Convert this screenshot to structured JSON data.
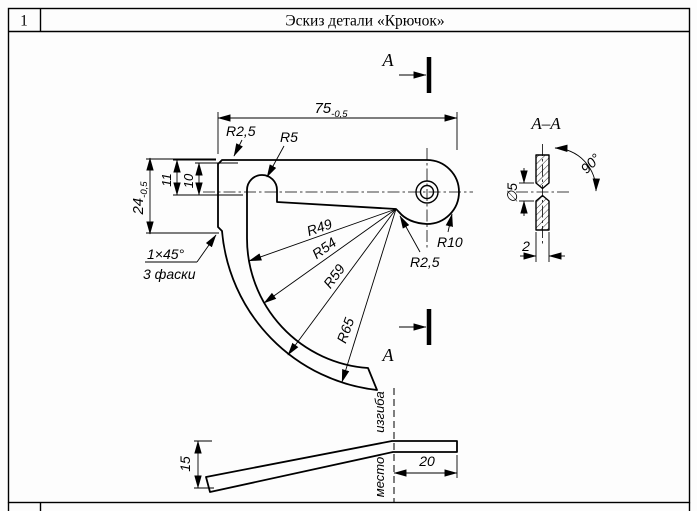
{
  "header": {
    "row_number": "1",
    "title": "Эскиз детали «Крючок»"
  },
  "main_view": {
    "dim_length": {
      "value": "75",
      "tolerance": "-0,5"
    },
    "dim_height": {
      "value": "24",
      "tolerance": "-0,5"
    },
    "dim_11": "11",
    "dim_10": "10",
    "radius_top_left": "R2,5",
    "radius_slot": "R5",
    "radius_49": "R49",
    "radius_54": "R54",
    "radius_59": "R59",
    "radius_65": "R65",
    "radius_end": "R10",
    "radius_notch": "R2,5",
    "chamfer_note_line1": "1×45°",
    "chamfer_note_line2": "3 фаски",
    "section_letter": "А"
  },
  "section_view": {
    "title": "А–А",
    "angle": "90°",
    "hole_diameter": "∅5",
    "thickness": "2"
  },
  "bottom_view": {
    "dim_width": "15",
    "dim_length": "20",
    "bend_word_top": "изгиба",
    "bend_word_bottom": "место"
  }
}
